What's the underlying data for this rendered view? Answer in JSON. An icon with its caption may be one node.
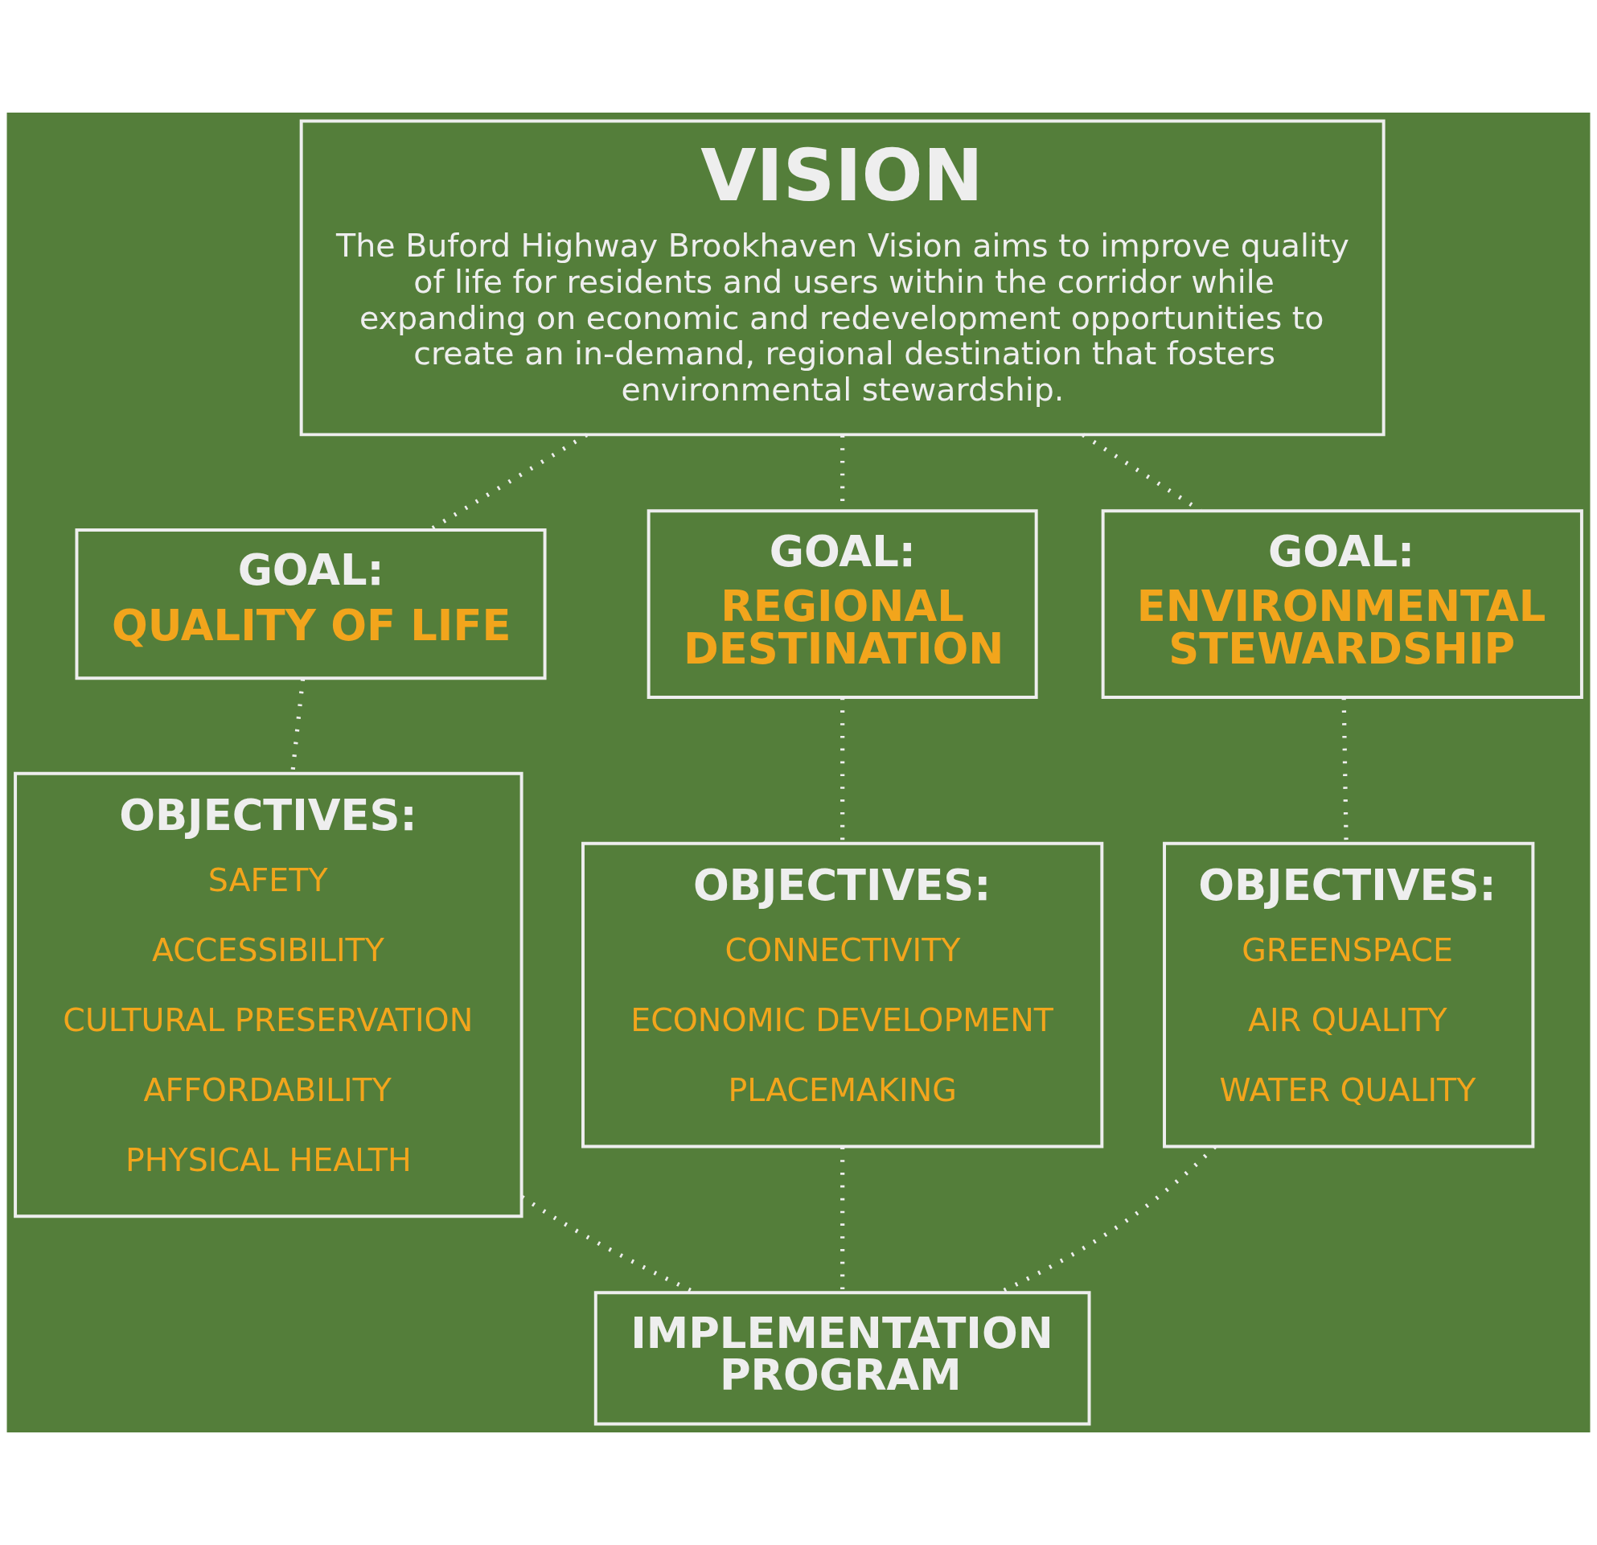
{
  "diagram": {
    "nodes": [
      {
        "text": [
          "VISION",
          "The Buford Highway Brookhaven Vision aims to improve quality of life for residents and users within the corridor while expanding on economic and redevelopment opportunities to create an in-demand, regional destination that fosters environmental stewardship."
        ]
      },
      {
        "text": [
          "GOAL:",
          "QUALITY OF LIFE"
        ]
      },
      {
        "text": [
          "GOAL:",
          "REGIONAL DESTINATION"
        ]
      },
      {
        "text": [
          "GOAL:",
          "ENVIRONMENTAL STEWARDSHIP"
        ]
      },
      {
        "text": [
          "OBJECTIVES:",
          "SAFETY",
          "ACCESSIBILITY",
          "CULTURAL PRESERVATION",
          "AFFORDABILITY",
          "PHYSICAL HEALTH"
        ]
      },
      {
        "text": [
          "OBJECTIVES:",
          "CONNECTIVITY",
          "ECONOMIC DEVELOPMENT",
          "PLACEMAKING"
        ]
      },
      {
        "text": [
          "OBJECTIVES:",
          "GREENSPACE",
          "AIR QUALITY",
          "WATER QUALITY"
        ]
      },
      {
        "text": [
          "IMPLEMENTATION PROGRAM"
        ]
      }
    ],
    "edges": [
      {
        "from": 0,
        "to": 1,
        "arrow": "none",
        "style": "dashed"
      },
      {
        "from": 0,
        "to": 2,
        "arrow": "none",
        "style": "dashed"
      },
      {
        "from": 0,
        "to": 3,
        "arrow": "none",
        "style": "dashed"
      },
      {
        "from": 1,
        "to": 4,
        "arrow": "none",
        "style": "dashed"
      },
      {
        "from": 2,
        "to": 5,
        "arrow": "none",
        "style": "dashed"
      },
      {
        "from": 3,
        "to": 6,
        "arrow": "none",
        "style": "dashed"
      },
      {
        "from": 4,
        "to": 7,
        "arrow": "none",
        "style": "dashed"
      },
      {
        "from": 5,
        "to": 7,
        "arrow": "none",
        "style": "dashed"
      },
      {
        "from": 6,
        "to": 7,
        "arrow": "none",
        "style": "dashed"
      }
    ]
  }
}
